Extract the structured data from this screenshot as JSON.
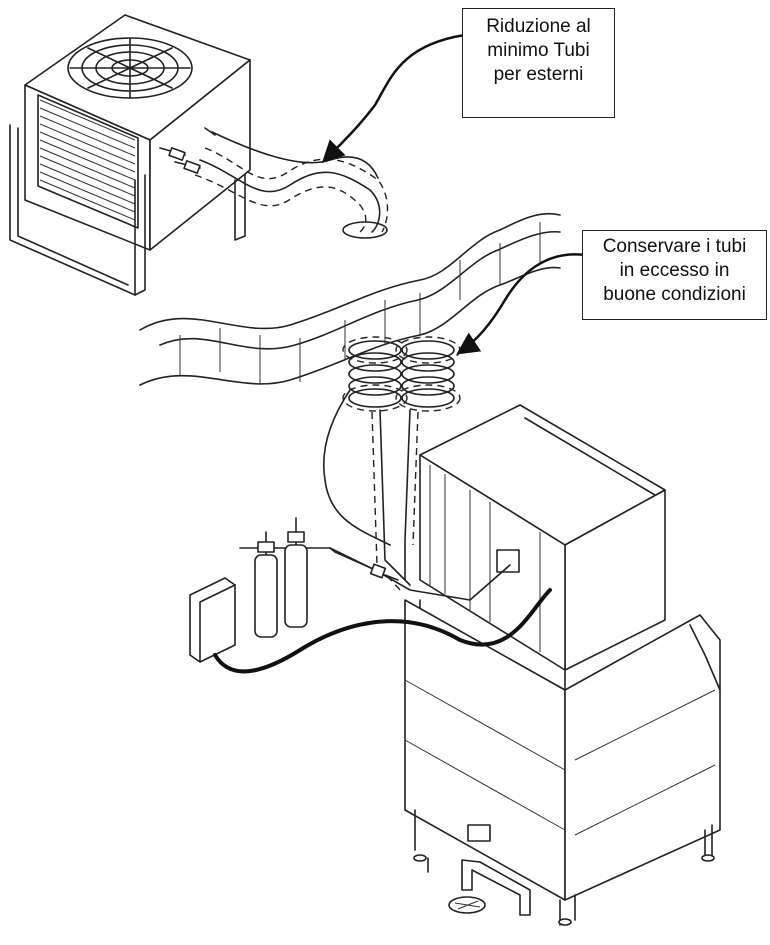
{
  "callouts": {
    "minimize_tubing": [
      "Riduzione al",
      "minimo Tubi",
      "per esterni"
    ],
    "store_excess": [
      "Conservare i tubi",
      "in eccesso in",
      "buone condizioni"
    ]
  },
  "colors": {
    "line": "#222222",
    "background": "#ffffff"
  }
}
